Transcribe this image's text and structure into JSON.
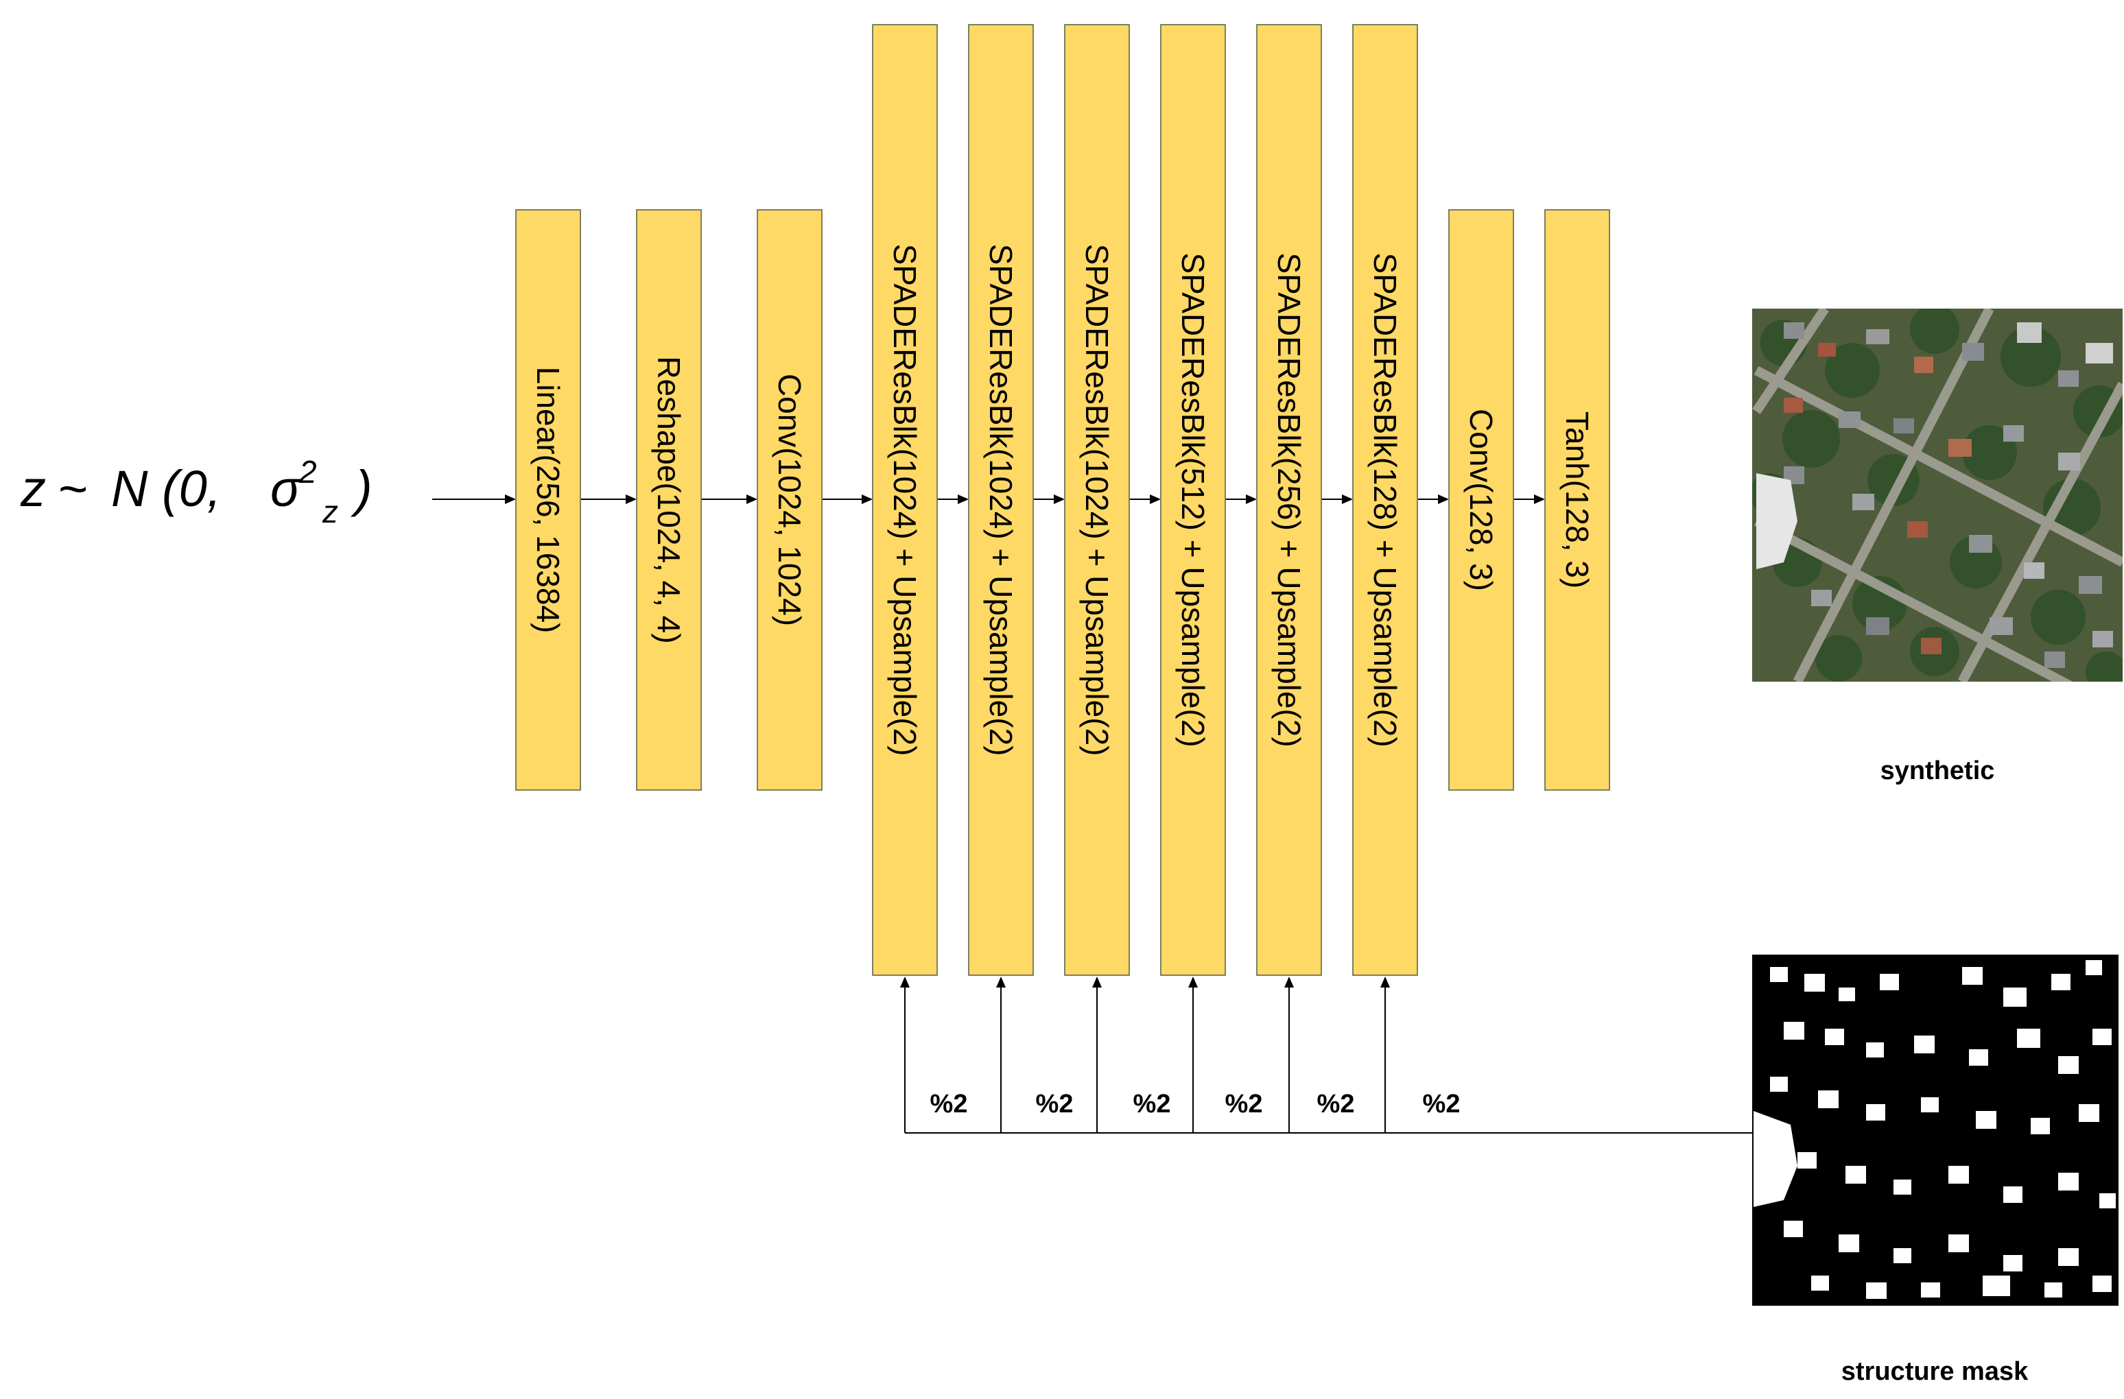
{
  "latent": {
    "z": "z",
    "tilde": "~",
    "dist": "N (0, ",
    "sigma": "σ",
    "exp": "2",
    "sub": "z",
    "close": ")"
  },
  "blocks": [
    {
      "label": "Linear(256, 16384)"
    },
    {
      "label": "Reshape(1024, 4, 4)"
    },
    {
      "label": "Conv(1024, 1024)"
    },
    {
      "label": "SPADEResBlk(1024) + Upsample(2)"
    },
    {
      "label": "SPADEResBlk(1024) + Upsample(2)"
    },
    {
      "label": "SPADEResBlk(1024) + Upsample(2)"
    },
    {
      "label": "SPADEResBlk(512) + Upsample(2)"
    },
    {
      "label": "SPADEResBlk(256) + Upsample(2)"
    },
    {
      "label": "SPADEResBlk(128) + Upsample(2)"
    },
    {
      "label": "Conv(128, 3)"
    },
    {
      "label": "Tanh(128, 3)"
    }
  ],
  "mask_labels": [
    "%2",
    "%2",
    "%2",
    "%2",
    "%2",
    "%2"
  ],
  "outputs": {
    "synthetic": "synthetic",
    "structure_mask": "structure mask"
  },
  "colors": {
    "block_fill": "#ffd966",
    "block_stroke": "#7f7f5a"
  }
}
